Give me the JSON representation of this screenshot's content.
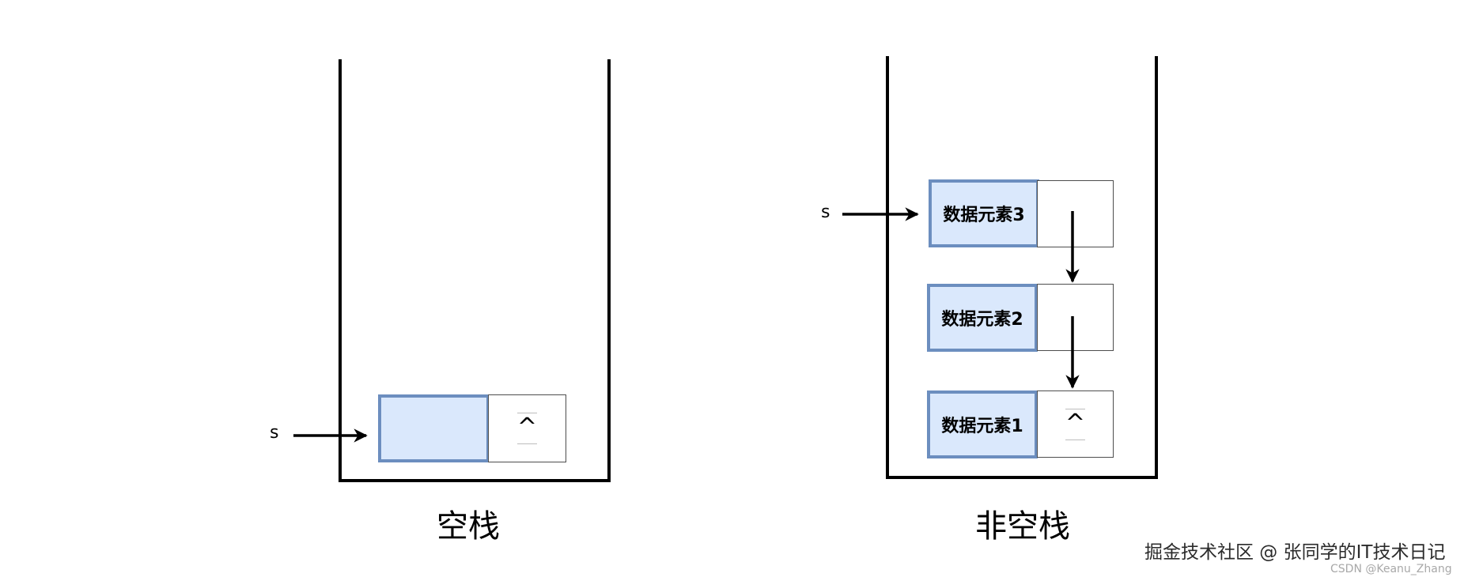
{
  "empty_stack": {
    "caption": "空栈",
    "pointer_label": "s",
    "null_symbol": "^"
  },
  "nonempty_stack": {
    "caption": "非空栈",
    "pointer_label": "s",
    "nodes": [
      {
        "label": "数据元素3"
      },
      {
        "label": "数据元素2"
      },
      {
        "label": "数据元素1",
        "next": "^"
      }
    ]
  },
  "watermark": {
    "main": "掘金技术社区 @ 张同学的IT技术日记",
    "sub": "CSDN @Keanu_Zhang"
  },
  "colors": {
    "node_fill": "#dae8fc",
    "node_border": "#6c8ebf",
    "line": "#000000"
  }
}
